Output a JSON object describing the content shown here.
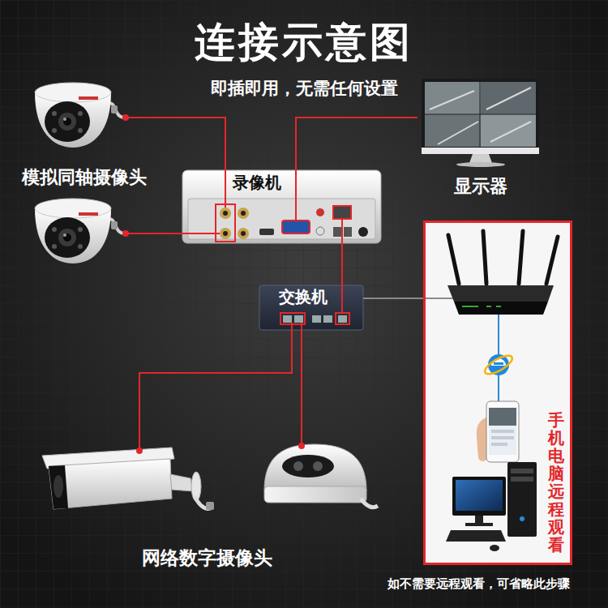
{
  "diagram": {
    "title": "连接示意图",
    "nodes": [
      {
        "text": [
          "模拟同轴摄像头"
        ]
      },
      {
        "text": [
          "录像机"
        ]
      },
      {
        "text": [
          "显示器"
        ]
      },
      {
        "text": [
          "交换机"
        ]
      },
      {
        "text": [
          "网络数字摄像头"
        ]
      },
      {
        "text": [
          "手机电脑远程观看"
        ]
      }
    ],
    "edges": [
      {
        "from": 0,
        "to": 1,
        "arrow": "none"
      },
      {
        "from": 0,
        "to": 1,
        "arrow": "none"
      },
      {
        "from": 1,
        "to": 2,
        "arrow": "none"
      },
      {
        "from": 1,
        "to": 3,
        "arrow": "none"
      },
      {
        "from": 3,
        "to": 4,
        "arrow": "none"
      },
      {
        "from": 3,
        "to": 4,
        "arrow": "none"
      },
      {
        "from": 3,
        "to": 5,
        "arrow": "none"
      }
    ],
    "labels": [
      "即插即用，无需任何设置",
      "如不需要远程观看，可省略此步骤"
    ]
  }
}
